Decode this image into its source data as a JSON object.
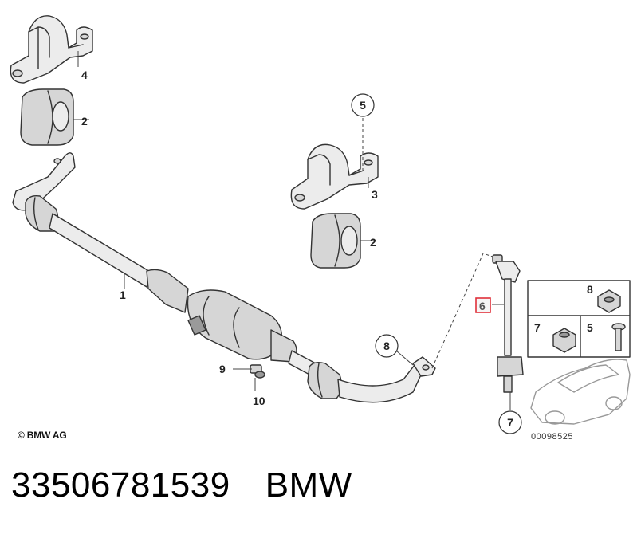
{
  "callouts": {
    "c1": "1",
    "c2a": "2",
    "c2b": "2",
    "c3": "3",
    "c4": "4",
    "c5": "5",
    "c6": "6",
    "c7": "7",
    "c8": "8",
    "c9": "9",
    "c10": "10",
    "box_8": "8",
    "box_7": "7",
    "box_5": "5"
  },
  "highlight_color": "#e0303a",
  "copyright": "© BMW AG",
  "diagram_id": "00098525",
  "footer": {
    "part_number": "33506781539",
    "brand": "BMW"
  }
}
